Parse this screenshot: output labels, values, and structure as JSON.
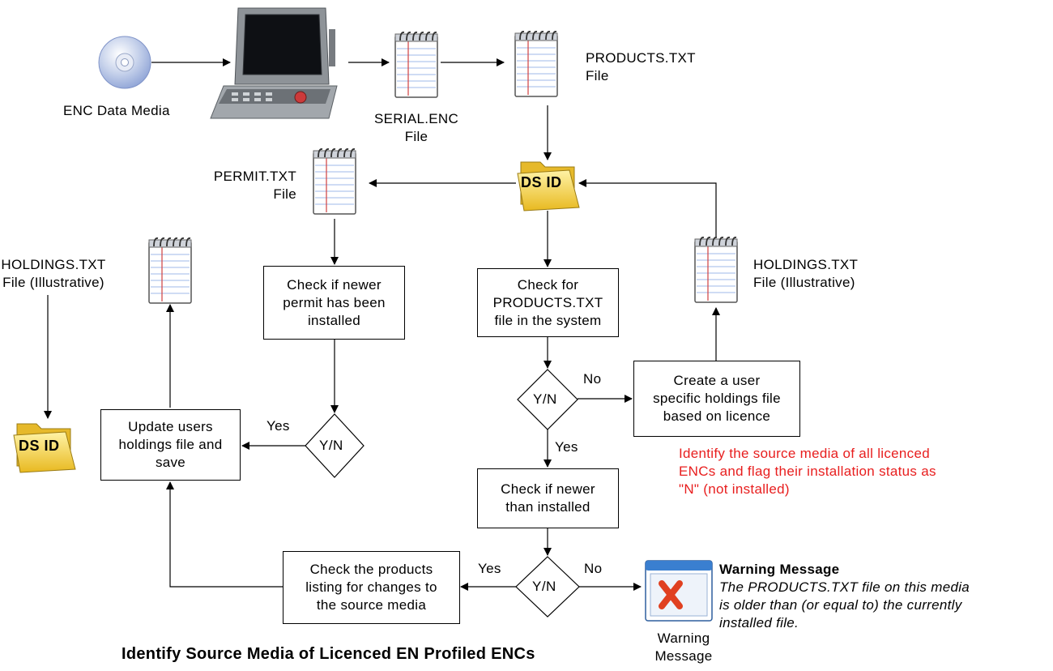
{
  "labels": {
    "enc_data_media": "ENC Data Media",
    "serial_enc": [
      "SERIAL.ENC",
      "File"
    ],
    "products_txt": [
      "PRODUCTS.TXT",
      "File"
    ],
    "permit_txt": [
      "PERMIT.TXT",
      "File"
    ],
    "holdings_left": [
      "HOLDINGS.TXT",
      "File (Illustrative)"
    ],
    "holdings_right": [
      "HOLDINGS.TXT",
      "File (Illustrative)"
    ],
    "ds_id": "DS ID",
    "warning_icon_label": [
      "Warning",
      "Message"
    ]
  },
  "boxes": {
    "check_newer_permit": [
      "Check if newer",
      "permit has been",
      "installed"
    ],
    "check_products_file": [
      "Check for",
      "PRODUCTS.TXT",
      "file in the system"
    ],
    "create_holdings": [
      "Create a user",
      "specific holdings file",
      "based on licence"
    ],
    "update_holdings": [
      "Update users",
      "holdings file and",
      "save"
    ],
    "check_newer_installed": [
      "Check if newer",
      "than installed"
    ],
    "check_products_listing": [
      "Check the products",
      "listing for changes to",
      "the source media"
    ]
  },
  "decisions": {
    "yn": "Y/N",
    "yes": "Yes",
    "no": "No"
  },
  "note_red": [
    "Identify the source media of all licenced",
    "ENCs and flag their installation status as",
    "\"N\" (not installed)"
  ],
  "warning": {
    "title": "Warning Message",
    "body": [
      "The PRODUCTS.TXT file on this media",
      "is older than (or equal to) the currently",
      "installed file."
    ]
  },
  "footer_title": "Identify Source Media of Licenced EN Profiled ENCs",
  "colors": {
    "note_red": "#e81e1e",
    "folder_yellow": "#f5d23c",
    "notepad_lines": "#9fb8e8",
    "notepad_margin": "#d04040",
    "warning_x": "#e04020",
    "window_blue": "#3a7fd0"
  },
  "icons": [
    "cd-icon",
    "ecdis-terminal-icon",
    "notepad-file-icon",
    "folder-icon",
    "warning-window-icon"
  ]
}
